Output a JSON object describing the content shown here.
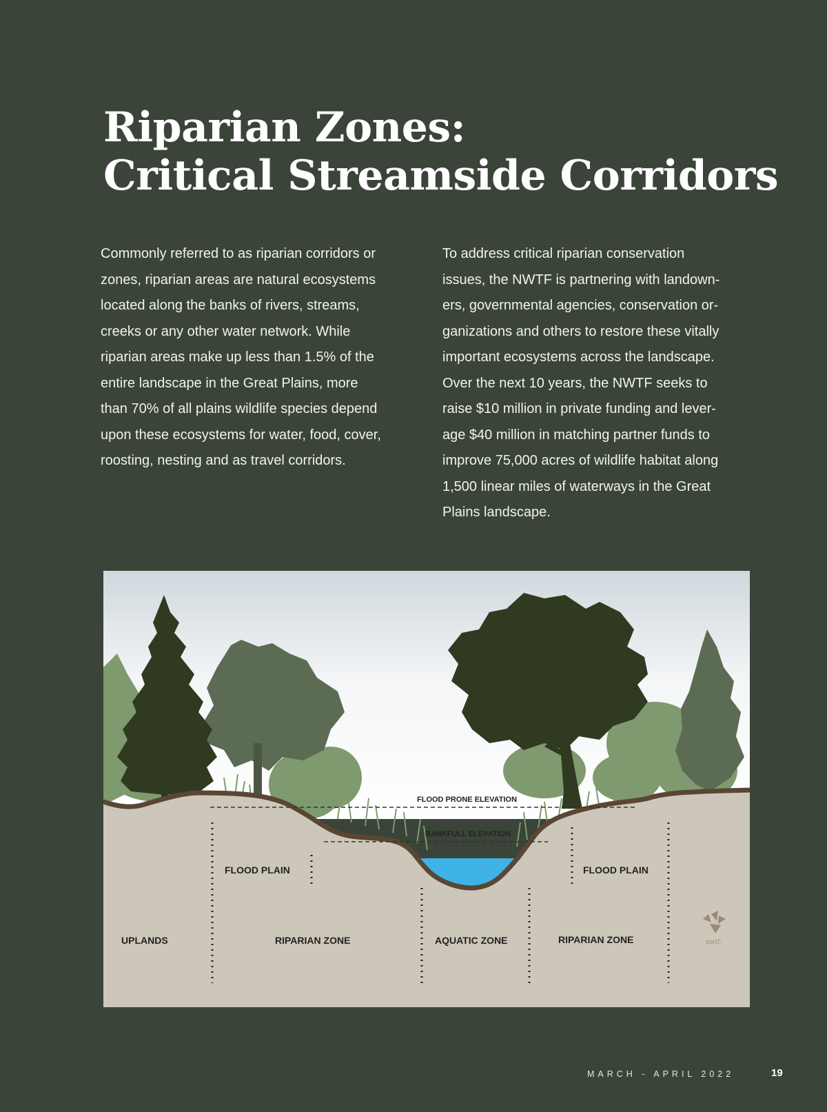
{
  "article": {
    "title_line1": "Riparian Zones:",
    "title_line2": "Critical Streamside Corridors",
    "left_column_lines": [
      "Commonly referred to as riparian corridors or",
      "zones, riparian areas are natural ecosystems",
      "located along the banks of rivers, streams,",
      "creeks or any other water network. While",
      "riparian areas make up less than 1.5% of the",
      "entire landscape in the Great Plains, more",
      "than 70% of all plains wildlife species depend",
      "upon these ecosystems for water, food, cover,",
      "roosting, nesting and as travel corridors."
    ],
    "right_column_lines": [
      "To address critical riparian conservation",
      "issues, the NWTF is partnering with landown-",
      "ers, governmental agencies, conservation or-",
      "ganizations and others to restore these vitally",
      "important ecosystems across the landscape.",
      "Over the next 10 years, the NWTF seeks to",
      "raise $10 million in private funding and lever-",
      "age $40 million in matching partner funds to",
      "improve 75,000 acres of wildlife habitat along",
      "1,500 linear miles of waterways in the Great",
      "Plains landscape."
    ]
  },
  "diagram": {
    "labels": {
      "flood_prone_elevation": "FLOOD PRONE ELEVATION",
      "bankfull_elevation": "BANKFULL ELEVATION",
      "flood_plain_left": "FLOOD PLAIN",
      "flood_plain_right": "FLOOD PLAIN",
      "uplands": "UPLANDS",
      "riparian_zone_left": "RIPARIAN ZONE",
      "aquatic_zone": "AQUATIC ZONE",
      "riparian_zone_right": "RIPARIAN ZONE"
    },
    "logo_text": "nwtf.",
    "colors": {
      "sky_top": "#cdd6db",
      "ground": "#cdc7bb",
      "soil_line": "#5a4633",
      "water": "#3fb3e6",
      "tree_dark": "#2f3a21",
      "tree_mid": "#5c6b54",
      "tree_light": "#7e9a6e"
    }
  },
  "footer": {
    "date": "MARCH - APRIL 2022",
    "page_number": "19"
  }
}
